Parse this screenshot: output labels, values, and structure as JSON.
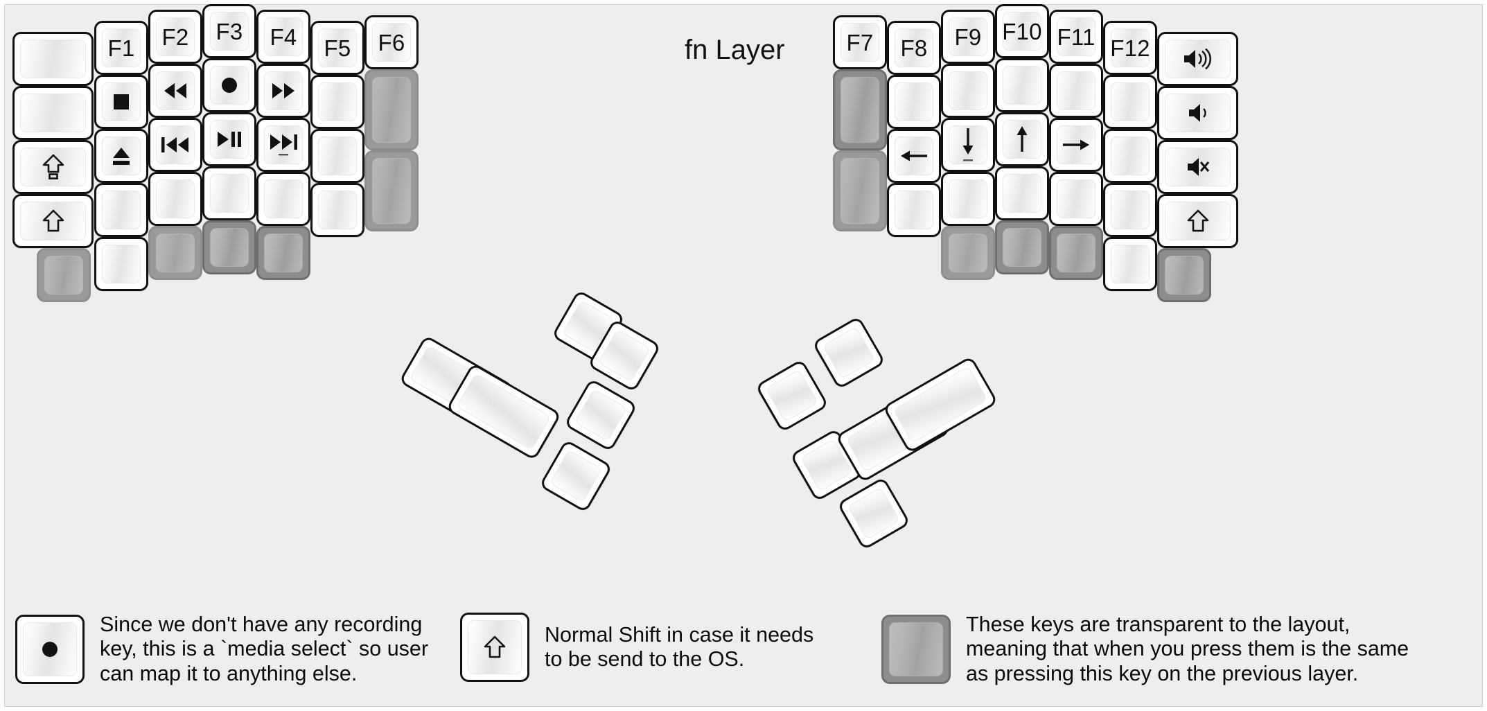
{
  "title": "fn Layer",
  "colors": {
    "background": "#eeeeee",
    "key_border": "#111111",
    "key_face_light": "#ffffff",
    "transparent_key": "#9a9a9a",
    "transparent_key_dark": "#8d8d8d",
    "text": "#111111"
  },
  "left_half": {
    "columns": [
      {
        "name": "col-pinky-outer",
        "keys": [
          {
            "name": "key-blank-1",
            "label": "",
            "icon": "",
            "state": "normal"
          },
          {
            "name": "key-blank-2",
            "label": "",
            "icon": "",
            "state": "normal"
          },
          {
            "name": "key-caps-lock",
            "label": "",
            "icon": "caps-lock-icon",
            "state": "normal"
          },
          {
            "name": "key-shift",
            "label": "",
            "icon": "shift-icon",
            "state": "normal"
          },
          {
            "name": "key-transparent-1",
            "label": "",
            "icon": "",
            "state": "transparent"
          }
        ]
      },
      {
        "name": "col-pinky",
        "keys": [
          {
            "name": "key-f1",
            "label": "F1",
            "icon": "",
            "state": "normal"
          },
          {
            "name": "key-media-stop",
            "label": "",
            "icon": "media-stop-icon",
            "state": "normal"
          },
          {
            "name": "key-media-eject",
            "label": "",
            "icon": "media-eject-icon",
            "state": "normal"
          },
          {
            "name": "key-blank-3",
            "label": "",
            "icon": "",
            "state": "normal"
          },
          {
            "name": "key-blank-4",
            "label": "",
            "icon": "",
            "state": "normal"
          }
        ]
      },
      {
        "name": "col-ring",
        "keys": [
          {
            "name": "key-f2",
            "label": "F2",
            "icon": "",
            "state": "normal"
          },
          {
            "name": "key-media-rewind",
            "label": "",
            "icon": "media-rewind-icon",
            "state": "normal"
          },
          {
            "name": "key-media-prev-track",
            "label": "",
            "icon": "media-prev-track-icon",
            "state": "normal"
          },
          {
            "name": "key-blank-5",
            "label": "",
            "icon": "",
            "state": "normal"
          },
          {
            "name": "key-transparent-2",
            "label": "",
            "icon": "",
            "state": "transparent"
          }
        ]
      },
      {
        "name": "col-middle",
        "keys": [
          {
            "name": "key-f3",
            "label": "F3",
            "icon": "",
            "state": "normal"
          },
          {
            "name": "key-media-record",
            "label": "",
            "icon": "media-record-icon",
            "state": "normal"
          },
          {
            "name": "key-media-play-pause",
            "label": "",
            "icon": "media-play-pause-icon",
            "state": "normal"
          },
          {
            "name": "key-blank-6",
            "label": "",
            "icon": "",
            "state": "normal"
          },
          {
            "name": "key-transparent-3",
            "label": "",
            "icon": "",
            "state": "transparent-dark"
          }
        ]
      },
      {
        "name": "col-index",
        "keys": [
          {
            "name": "key-f4",
            "label": "F4",
            "icon": "",
            "state": "normal"
          },
          {
            "name": "key-media-fast-forward",
            "label": "",
            "icon": "media-fast-forward-icon",
            "state": "normal"
          },
          {
            "name": "key-media-next-track",
            "label": "",
            "icon": "media-next-track-icon",
            "state": "normal"
          },
          {
            "name": "key-blank-7",
            "label": "",
            "icon": "",
            "state": "normal"
          },
          {
            "name": "key-transparent-4",
            "label": "",
            "icon": "",
            "state": "transparent-dark"
          }
        ]
      },
      {
        "name": "col-index-inner",
        "keys": [
          {
            "name": "key-f5",
            "label": "F5",
            "icon": "",
            "state": "normal"
          },
          {
            "name": "key-blank-8",
            "label": "",
            "icon": "",
            "state": "normal"
          },
          {
            "name": "key-blank-9",
            "label": "",
            "icon": "",
            "state": "normal"
          },
          {
            "name": "key-blank-10",
            "label": "",
            "icon": "",
            "state": "normal"
          }
        ]
      },
      {
        "name": "col-inner",
        "keys": [
          {
            "name": "key-f6",
            "label": "F6",
            "icon": "",
            "state": "normal"
          },
          {
            "name": "key-transparent-tall-1",
            "label": "",
            "icon": "",
            "state": "transparent"
          },
          {
            "name": "key-transparent-tall-2",
            "label": "",
            "icon": "",
            "state": "transparent"
          }
        ]
      }
    ],
    "thumb_cluster": [
      {
        "name": "thumb-key-big-1",
        "label": "",
        "icon": "",
        "state": "normal"
      },
      {
        "name": "thumb-key-big-2",
        "label": "",
        "icon": "",
        "state": "normal"
      },
      {
        "name": "thumb-key-small-1",
        "label": "",
        "icon": "",
        "state": "normal"
      },
      {
        "name": "thumb-key-small-2",
        "label": "",
        "icon": "",
        "state": "normal"
      },
      {
        "name": "thumb-key-small-3",
        "label": "",
        "icon": "",
        "state": "normal"
      },
      {
        "name": "thumb-key-small-4",
        "label": "",
        "icon": "",
        "state": "normal"
      }
    ]
  },
  "right_half": {
    "columns": [
      {
        "name": "col-inner-r",
        "keys": [
          {
            "name": "key-f7",
            "label": "F7",
            "icon": "",
            "state": "normal"
          },
          {
            "name": "key-transparent-tall-3",
            "label": "",
            "icon": "",
            "state": "transparent-dark"
          },
          {
            "name": "key-transparent-tall-4",
            "label": "",
            "icon": "",
            "state": "transparent"
          }
        ]
      },
      {
        "name": "col-index-inner-r",
        "keys": [
          {
            "name": "key-f8",
            "label": "F8",
            "icon": "",
            "state": "normal"
          },
          {
            "name": "key-blank-11",
            "label": "",
            "icon": "",
            "state": "normal"
          },
          {
            "name": "key-arrow-left",
            "label": "",
            "icon": "arrow-left-icon",
            "state": "normal"
          },
          {
            "name": "key-blank-12",
            "label": "",
            "icon": "",
            "state": "normal"
          }
        ]
      },
      {
        "name": "col-index-r",
        "keys": [
          {
            "name": "key-f9",
            "label": "F9",
            "icon": "",
            "state": "normal"
          },
          {
            "name": "key-blank-13",
            "label": "",
            "icon": "",
            "state": "normal"
          },
          {
            "name": "key-arrow-down",
            "label": "",
            "icon": "arrow-down-icon",
            "state": "normal"
          },
          {
            "name": "key-blank-14",
            "label": "",
            "icon": "",
            "state": "normal"
          },
          {
            "name": "key-transparent-5",
            "label": "",
            "icon": "",
            "state": "transparent"
          }
        ]
      },
      {
        "name": "col-middle-r",
        "keys": [
          {
            "name": "key-f10",
            "label": "F10",
            "icon": "",
            "state": "normal"
          },
          {
            "name": "key-blank-15",
            "label": "",
            "icon": "",
            "state": "normal"
          },
          {
            "name": "key-arrow-up",
            "label": "",
            "icon": "arrow-up-icon",
            "state": "normal"
          },
          {
            "name": "key-blank-16",
            "label": "",
            "icon": "",
            "state": "normal"
          },
          {
            "name": "key-transparent-6",
            "label": "",
            "icon": "",
            "state": "transparent-dark"
          }
        ]
      },
      {
        "name": "col-ring-r",
        "keys": [
          {
            "name": "key-f11",
            "label": "F11",
            "icon": "",
            "state": "normal"
          },
          {
            "name": "key-blank-17",
            "label": "",
            "icon": "",
            "state": "normal"
          },
          {
            "name": "key-arrow-right",
            "label": "",
            "icon": "arrow-right-icon",
            "state": "normal"
          },
          {
            "name": "key-blank-18",
            "label": "",
            "icon": "",
            "state": "normal"
          },
          {
            "name": "key-transparent-7",
            "label": "",
            "icon": "",
            "state": "transparent-dark"
          }
        ]
      },
      {
        "name": "col-pinky-r",
        "keys": [
          {
            "name": "key-f12",
            "label": "F12",
            "icon": "",
            "state": "normal"
          },
          {
            "name": "key-blank-19",
            "label": "",
            "icon": "",
            "state": "normal"
          },
          {
            "name": "key-blank-20",
            "label": "",
            "icon": "",
            "state": "normal"
          },
          {
            "name": "key-blank-21",
            "label": "",
            "icon": "",
            "state": "normal"
          },
          {
            "name": "key-blank-22",
            "label": "",
            "icon": "",
            "state": "normal"
          }
        ]
      },
      {
        "name": "col-pinky-outer-r",
        "keys": [
          {
            "name": "key-volume-up",
            "label": "",
            "icon": "volume-up-icon",
            "state": "normal"
          },
          {
            "name": "key-volume-down",
            "label": "",
            "icon": "volume-down-icon",
            "state": "normal"
          },
          {
            "name": "key-volume-mute",
            "label": "",
            "icon": "volume-mute-icon",
            "state": "normal"
          },
          {
            "name": "key-shift-right",
            "label": "",
            "icon": "shift-icon",
            "state": "normal"
          },
          {
            "name": "key-transparent-8",
            "label": "",
            "icon": "",
            "state": "transparent-dark"
          }
        ]
      }
    ],
    "thumb_cluster": [
      {
        "name": "thumb-key-r-small-1",
        "label": "",
        "icon": "",
        "state": "normal"
      },
      {
        "name": "thumb-key-r-small-2",
        "label": "",
        "icon": "",
        "state": "normal"
      },
      {
        "name": "thumb-key-r-small-3",
        "label": "",
        "icon": "",
        "state": "normal"
      },
      {
        "name": "thumb-key-r-small-4",
        "label": "",
        "icon": "",
        "state": "normal"
      },
      {
        "name": "thumb-key-r-big-1",
        "label": "",
        "icon": "",
        "state": "normal"
      },
      {
        "name": "thumb-key-r-big-2",
        "label": "",
        "icon": "",
        "state": "normal"
      }
    ]
  },
  "legend": [
    {
      "name": "legend-media-select",
      "icon": "media-record-icon",
      "state": "normal",
      "text": "Since we don't have any recording\nkey, this is a `media select` so user\ncan map it to anything else."
    },
    {
      "name": "legend-normal-shift",
      "icon": "shift-icon",
      "state": "normal",
      "text": "Normal Shift in case it needs\nto be send to the OS."
    },
    {
      "name": "legend-transparent",
      "icon": "",
      "state": "transparent",
      "text": "These keys are transparent to the layout,\nmeaning that when you press them is the same\nas pressing this key on the previous layer."
    }
  ]
}
